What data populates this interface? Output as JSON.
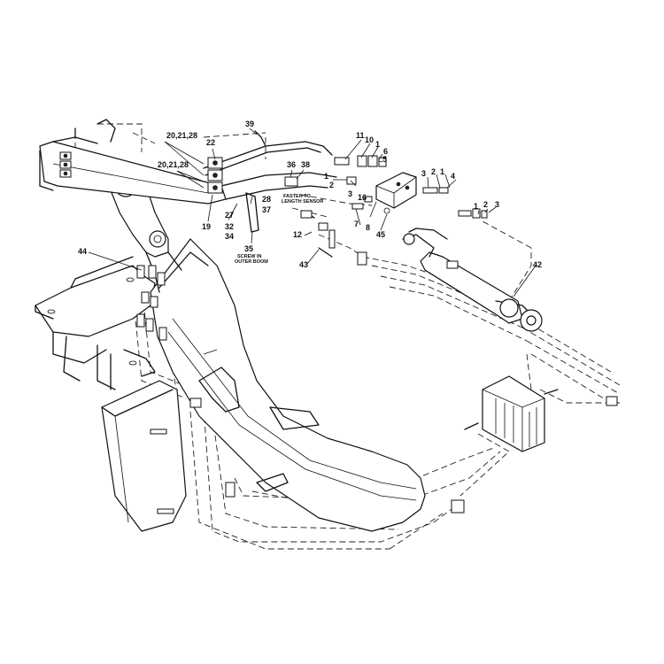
{
  "diagram": {
    "callouts": {
      "c_20_21_28_top": "20,21,28",
      "c_20_21_28_mid": "20,21,28",
      "c_22": "22",
      "c_19": "19",
      "c_27": "27",
      "c_32": "32",
      "c_34": "34",
      "c_28": "28",
      "c_37": "37",
      "c_35": "35",
      "c_39": "39",
      "c_36": "36",
      "c_38": "38",
      "c_11": "11",
      "c_10": "10",
      "c_1a": "1",
      "c_6": "6",
      "c_5": "5",
      "c_1b": "1",
      "c_2a": "2",
      "c_3a": "3",
      "c_16": "16",
      "c_7": "7",
      "c_8": "8",
      "c_45": "45",
      "c_3b": "3",
      "c_2b": "2",
      "c_1c": "1",
      "c_4": "4",
      "c_1d": "1",
      "c_2c": "2",
      "c_3c": "3",
      "c_12": "12",
      "c_43": "43",
      "c_42": "42",
      "c_44": "44"
    },
    "notes": {
      "fasten_line1": "FASTEN TO",
      "fasten_line2": "LENGTH SENSOR",
      "screw_line1": "SCREW IN",
      "screw_line2": "OUTER BOOM"
    }
  }
}
